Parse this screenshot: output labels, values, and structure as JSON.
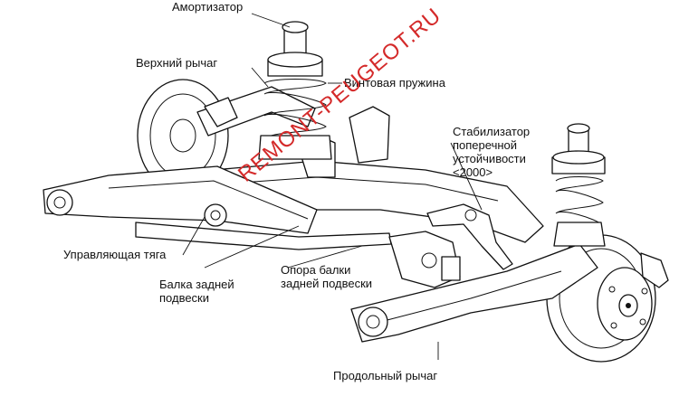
{
  "labels": {
    "shock_absorber": "Амортизатор",
    "upper_arm": "Верхний рычаг",
    "coil_spring": "Винтовая пружина",
    "stabilizer": "Стабилизатор\nпоперечной\nустойчивости\n<2000>",
    "control_rod": "Управляющая тяга",
    "rear_beam": "Балка задней\nподвески",
    "beam_mount": "Опора балки\nзадней подвески",
    "trailing_arm": "Продольный рычаг"
  },
  "watermark": {
    "text": "REMONT-PEUGEOT.RU",
    "color": "#d42a2a"
  }
}
